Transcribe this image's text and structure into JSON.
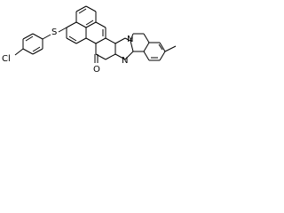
{
  "molecule": {
    "atoms": {
      "chlorine": "Cl",
      "sulfur": "S",
      "nitrogen_imidazole": "N",
      "nitrogen_ring": "N",
      "oxygen": "O"
    },
    "colors": {
      "bond": "#000000",
      "background": "#ffffff"
    }
  }
}
